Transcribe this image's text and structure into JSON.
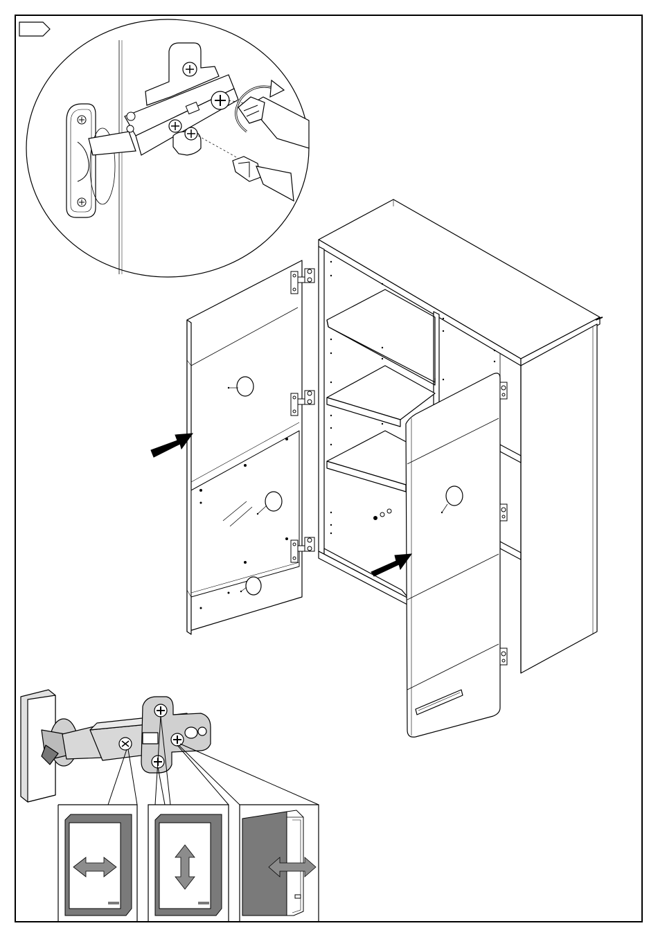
{
  "page": {
    "step_label": "",
    "background": "#ffffff",
    "line_color": "#000000",
    "arrow_fill": "#000000",
    "panel_gray": "#7a7a7a",
    "adjust_arrow_gray": "#8c8c8c"
  },
  "callouts": {
    "detail_circle": "screwdriver-tightening-hinge-detail",
    "lower_hinge_detail": "hinge-adjustment-detail"
  },
  "adjustment_panels": [
    {
      "icon": "horizontal-double-arrow-icon",
      "meaning": "side-to-side"
    },
    {
      "icon": "vertical-double-arrow-icon",
      "meaning": "up-down"
    },
    {
      "icon": "depth-double-arrow-icon",
      "meaning": "in-out"
    }
  ]
}
